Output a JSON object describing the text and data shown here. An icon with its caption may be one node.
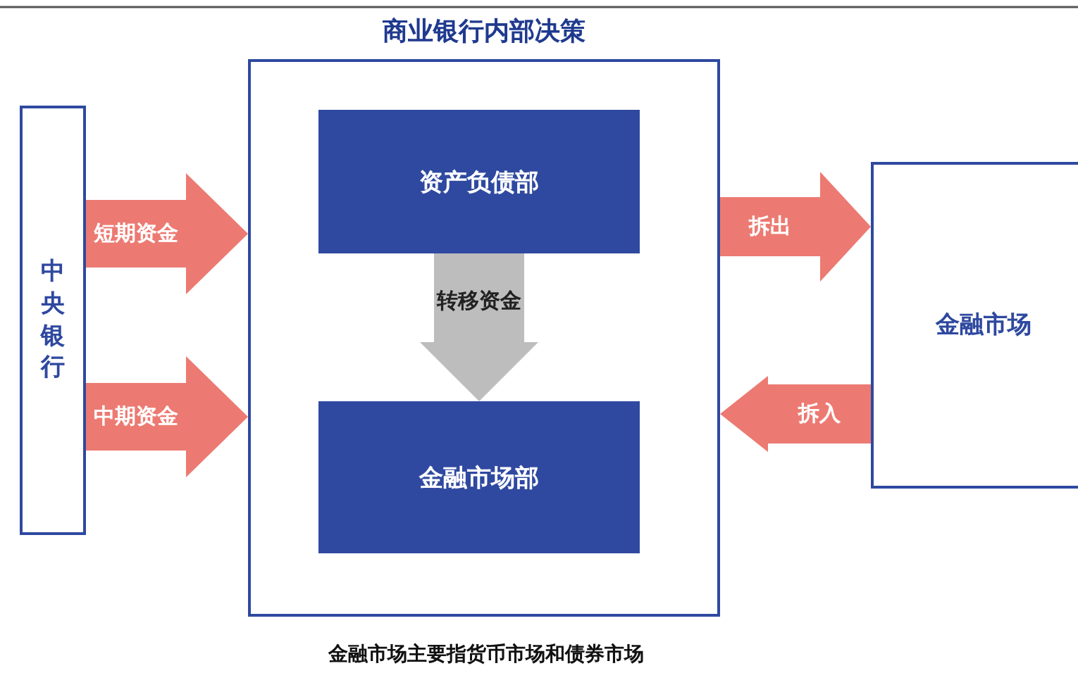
{
  "diagram": {
    "caption": "金融市场主要指货币市场和债券市场",
    "nodes": [
      {
        "text": [
          "中央银行"
        ]
      },
      {
        "text": [
          "商业银行内部决策"
        ]
      },
      {
        "text": [
          "资产负债部"
        ],
        "in": 1
      },
      {
        "text": [
          "金融市场部"
        ],
        "in": 1
      },
      {
        "text": [
          "金融市场"
        ]
      }
    ],
    "edges": [
      {
        "from": 0,
        "to": 1,
        "arrow": "to",
        "label": "短期资金",
        "color": "#ec7a72"
      },
      {
        "from": 0,
        "to": 1,
        "arrow": "to",
        "label": "中期资金",
        "color": "#ec7a72"
      },
      {
        "from": 2,
        "to": 3,
        "arrow": "to",
        "label": "转移资金",
        "color": "#bdbdbd"
      },
      {
        "from": 1,
        "to": 4,
        "arrow": "to",
        "label": "拆出",
        "color": "#ec7a72"
      },
      {
        "from": 4,
        "to": 1,
        "arrow": "to",
        "label": "拆入",
        "color": "#ec7a72"
      }
    ]
  }
}
